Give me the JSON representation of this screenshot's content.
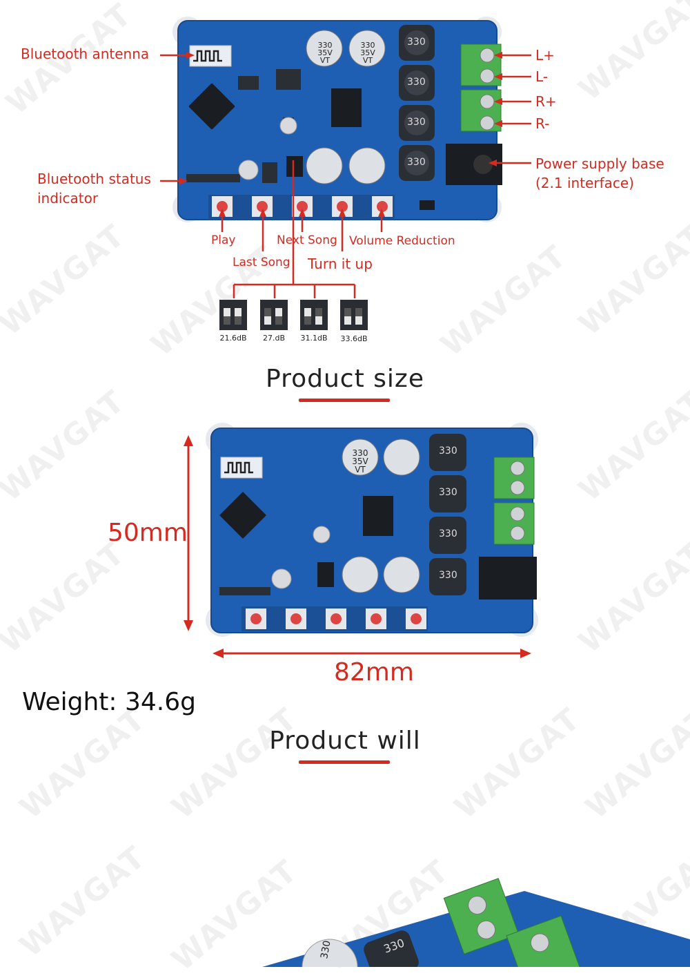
{
  "watermark": "WAVGAT",
  "colors": {
    "accent": "#d42a20",
    "pcb": "#1f5fb3",
    "terminal": "#4caf50"
  },
  "diagram1": {
    "labels": {
      "bt_antenna": "Bluetooth antenna",
      "bt_status_line1": "Bluetooth status",
      "bt_status_line2": "indicator",
      "l_plus": "L+",
      "l_minus": "L-",
      "r_plus": "R+",
      "r_minus": "R-",
      "power_line1": "Power supply base",
      "power_line2": "(2.1 interface)",
      "play": "Play",
      "last_song": "Last Song",
      "next_song": "Next Song",
      "turn_up": "Turn it up",
      "volume_reduction": "Volume Reduction"
    },
    "dip_switches": [
      {
        "label": "21.6dB"
      },
      {
        "label": "27.dB"
      },
      {
        "label": "31.1dB"
      },
      {
        "label": "33.6dB"
      }
    ],
    "capacitor_text": [
      "330",
      "35V",
      "VT"
    ],
    "inductor_text": "330"
  },
  "section_size": {
    "heading": "Product size",
    "height_label": "50mm",
    "width_label": "82mm",
    "weight": "Weight: 34.6g"
  },
  "section_will": {
    "heading": "Product will"
  }
}
